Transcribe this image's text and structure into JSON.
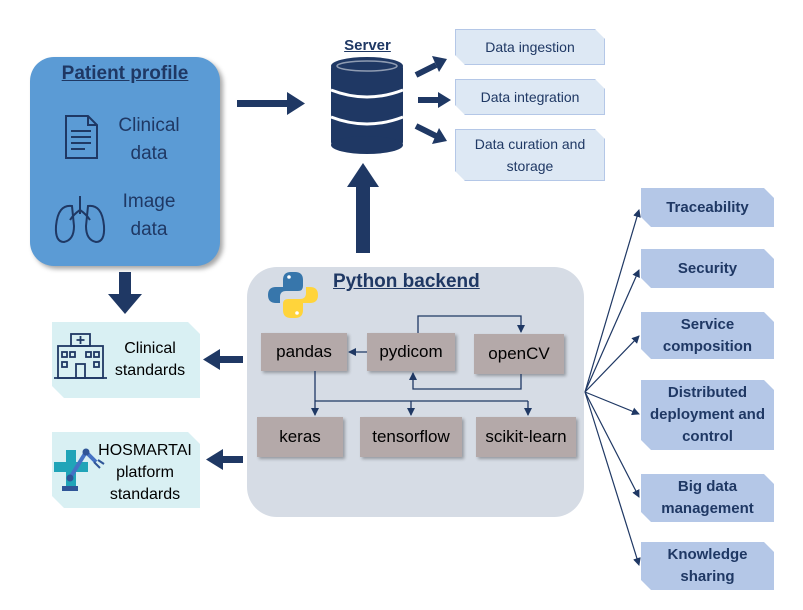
{
  "patient_profile": {
    "title": "Patient profile",
    "clinical_label": "Clinical data",
    "clinical_line1": "Clinical",
    "clinical_line2": "data",
    "image_line1": "Image",
    "image_line2": "data"
  },
  "server": {
    "title": "Server",
    "outputs": [
      "Data ingestion",
      "Data integration",
      "Data curation and storage"
    ]
  },
  "backend": {
    "title": "Python backend",
    "libraries": [
      "pandas",
      "pydicom",
      "openCV",
      "keras",
      "tensorflow",
      "scikit-learn"
    ]
  },
  "standards": {
    "clinical_line1": "Clinical",
    "clinical_line2": "standards",
    "hosmartai_line1": "HOSMARTAI",
    "hosmartai_line2": "platform",
    "hosmartai_line3": "standards"
  },
  "features": [
    "Traceability",
    "Security",
    "Service composition",
    "Distributed deployment and control",
    "Big data management",
    "Knowledge sharing"
  ],
  "colors": {
    "navy": "#1f3864",
    "patient_box": "#5b9bd5",
    "backend_box": "#d6dce5",
    "library_box": "#b4a9a9",
    "data_box": "#dde8f4",
    "feature_box": "#b4c7e7",
    "standards_box": "#d9f0f3"
  },
  "icons": [
    "document-icon",
    "lungs-icon",
    "database-icon",
    "python-logo-icon",
    "hospital-icon",
    "robot-arm-icon"
  ]
}
